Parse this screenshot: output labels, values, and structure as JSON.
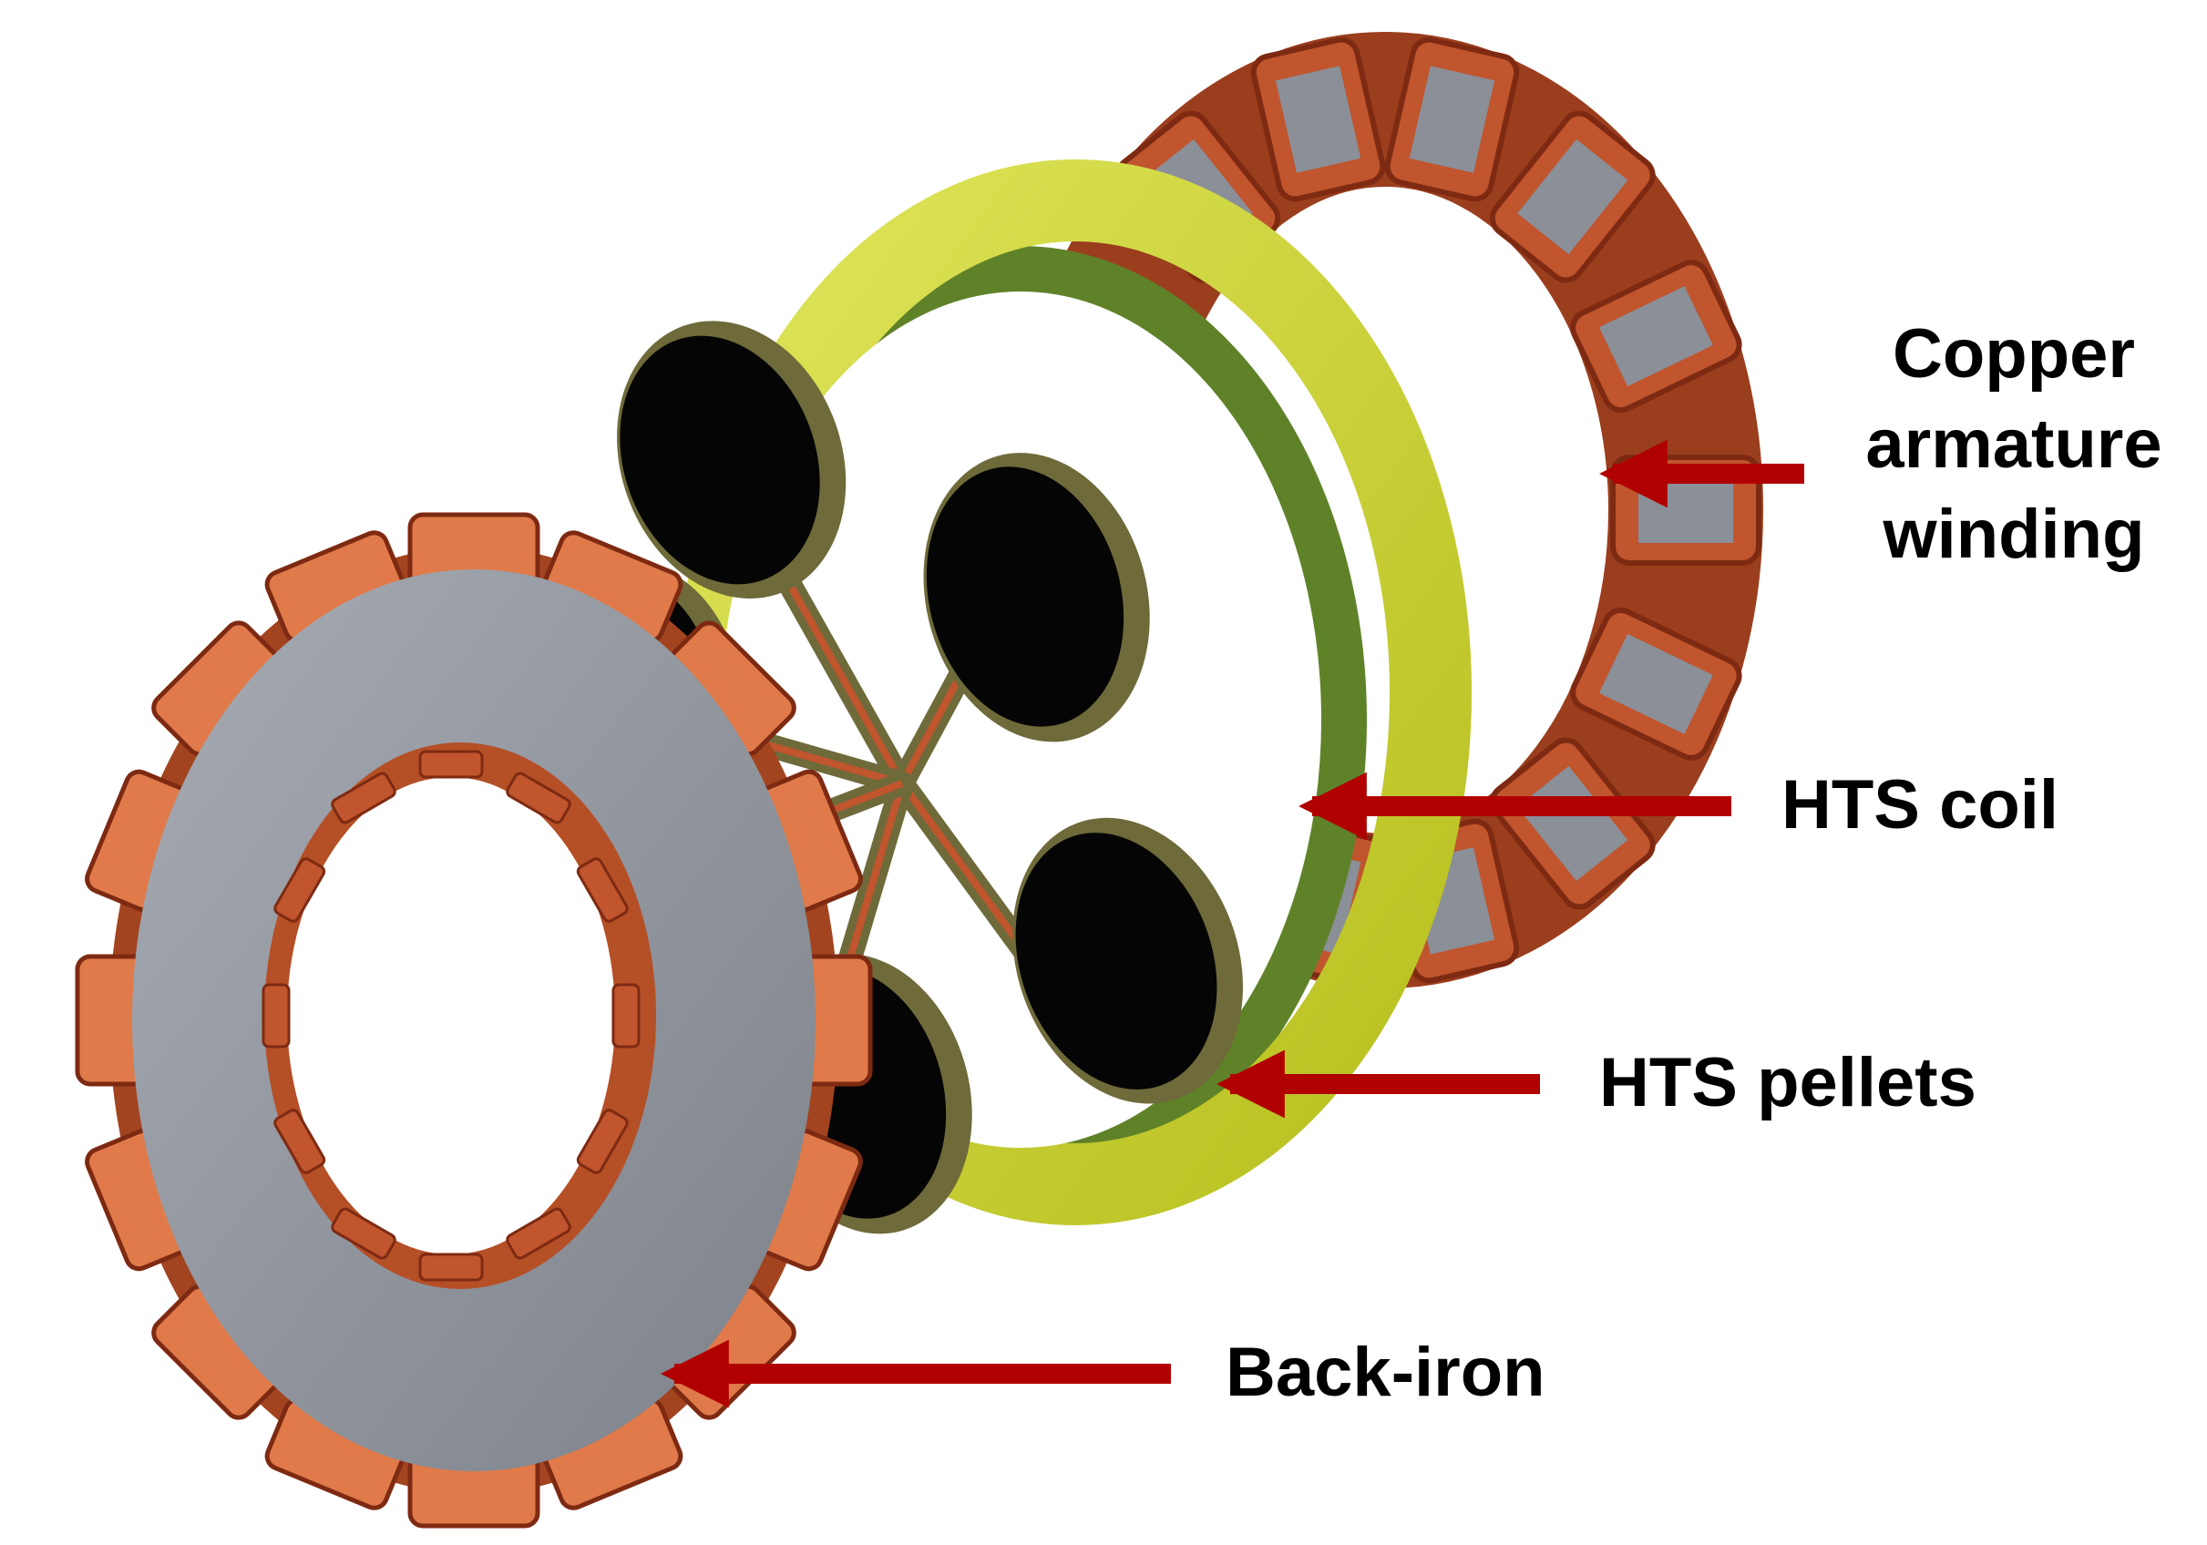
{
  "colors": {
    "copper": "#c0552e",
    "copper_dark": "#7e2a12",
    "copper_light": "#e07a4a",
    "steel": "#8b8f98",
    "steel_light": "#a7abb3",
    "yellow": "#c7cf2a",
    "yellow_light": "#dfe55a",
    "green_inner": "#6b8f2a",
    "pellet": "#050505",
    "frame": "#6e6a3a",
    "arrow": "#b10000"
  },
  "labels": {
    "copper_armature": [
      "Copper",
      "armature",
      "winding"
    ],
    "hts_coil": "HTS coil",
    "hts_pellets": "HTS pellets",
    "back_iron": "Back-iron"
  }
}
